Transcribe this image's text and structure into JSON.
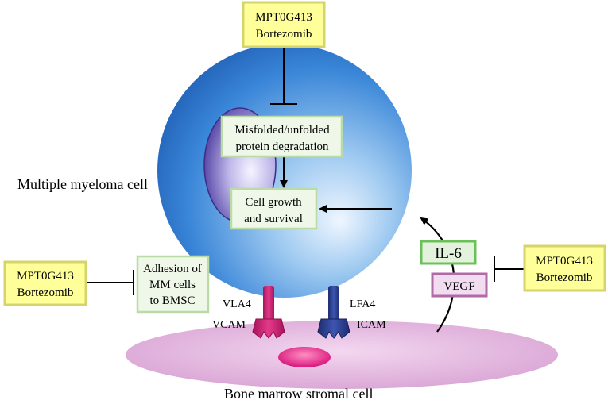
{
  "labels": {
    "multiple_myeloma_cell": "Multiple myeloma cell",
    "bone_marrow_stromal_cell": "Bone marrow stromal cell",
    "vla4": "VLA4",
    "vcam": "VCAM",
    "lfa4": "LFA4",
    "icam": "ICAM"
  },
  "drug_boxes": {
    "top": {
      "line1": "MPT0G413",
      "line2": "Bortezomib"
    },
    "left": {
      "line1": "MPT0G413",
      "line2": "Bortezomib"
    },
    "right": {
      "line1": "MPT0G413",
      "line2": "Bortezomib"
    }
  },
  "process_boxes": {
    "misfolded": {
      "line1": "Misfolded/unfolded",
      "line2": "protein degradation"
    },
    "growth": {
      "line1": "Cell growth",
      "line2": "and survival"
    },
    "adhesion": {
      "line1": "Adhesion of",
      "line2": "MM cells",
      "line3": "to BMSC"
    }
  },
  "cytokines": {
    "il6": "IL-6",
    "vegf": "VEGF"
  },
  "colors": {
    "drug_box_fill": "#ffff99",
    "drug_box_border": "#d4d46a",
    "process_box_fill": "#eef7e8",
    "process_box_border": "#b9dba6",
    "il6_fill": "#e3f2dc",
    "il6_border": "#6cc05a",
    "vegf_fill": "#f2dcef",
    "vegf_border": "#b06aa6",
    "cell_blue": "#2f73c8",
    "stroma_pink": "#e4b6e0",
    "vla4_magenta": "#d12876",
    "lfa4_blue": "#2b3f8e"
  }
}
